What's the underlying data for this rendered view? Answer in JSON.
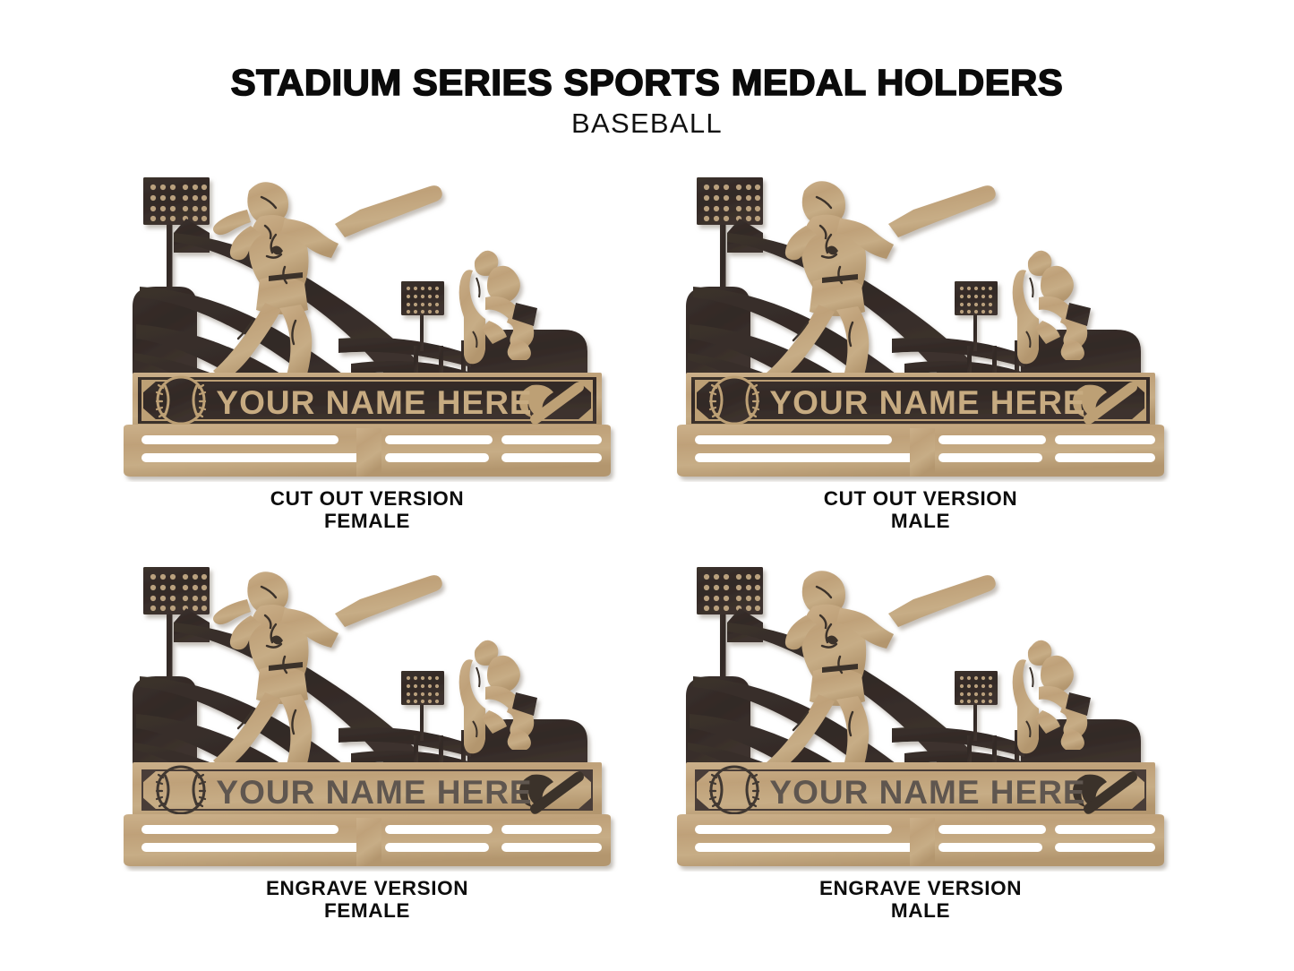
{
  "header": {
    "title": "STADIUM SERIES SPORTS MEDAL HOLDERS",
    "subtitle": "BASEBALL"
  },
  "colors": {
    "background": "#ffffff",
    "wood_light": "#c5a97f",
    "wood_mid": "#b79a71",
    "wood_dark": "#a98c63",
    "dark_board": "#352b27",
    "dark_board_2": "#3d322d",
    "engrave_text": "#5f574f",
    "text_black": "#0b0b0b",
    "shadow": "#d7d2cc"
  },
  "nameplate": {
    "placeholder_text": "YOUR NAME HERE",
    "left_icon": "baseball-icon",
    "right_icon": "bat-and-glove-icon"
  },
  "holders": [
    {
      "id": "cut-out-female",
      "variant": "cut-out",
      "gender": "female",
      "caption_line1": "CUT OUT VERSION",
      "caption_line2": "FEMALE",
      "name_text": "YOUR NAME HERE",
      "plate_style": "dark-plate-light-text",
      "figures": [
        "batter-female-silhouette",
        "pitcher-silhouette"
      ],
      "scenery": [
        "stadium-light-tower-large",
        "stadium-light-tower-small",
        "grandstand-tiers",
        "outfield-wall"
      ],
      "medal_bar_slots": 8
    },
    {
      "id": "cut-out-male",
      "variant": "cut-out",
      "gender": "male",
      "caption_line1": "CUT OUT VERSION",
      "caption_line2": "MALE",
      "name_text": "YOUR NAME HERE",
      "plate_style": "dark-plate-light-text",
      "figures": [
        "batter-male-silhouette",
        "pitcher-silhouette"
      ],
      "scenery": [
        "stadium-light-tower-large",
        "stadium-light-tower-small",
        "grandstand-tiers",
        "outfield-wall"
      ],
      "medal_bar_slots": 8
    },
    {
      "id": "engrave-female",
      "variant": "engrave",
      "gender": "female",
      "caption_line1": "ENGRAVE VERSION",
      "caption_line2": "FEMALE",
      "name_text": "YOUR NAME HERE",
      "plate_style": "light-plate-engraved-text",
      "figures": [
        "batter-female-silhouette",
        "pitcher-silhouette"
      ],
      "scenery": [
        "stadium-light-tower-large",
        "stadium-light-tower-small",
        "grandstand-tiers",
        "outfield-wall"
      ],
      "medal_bar_slots": 8
    },
    {
      "id": "engrave-male",
      "variant": "engrave",
      "gender": "male",
      "caption_line1": "ENGRAVE VERSION",
      "caption_line2": "MALE",
      "name_text": "YOUR NAME HERE",
      "plate_style": "light-plate-engraved-text",
      "figures": [
        "batter-male-silhouette",
        "pitcher-silhouette"
      ],
      "scenery": [
        "stadium-light-tower-large",
        "stadium-light-tower-small",
        "grandstand-tiers",
        "outfield-wall"
      ],
      "medal_bar_slots": 8
    }
  ]
}
